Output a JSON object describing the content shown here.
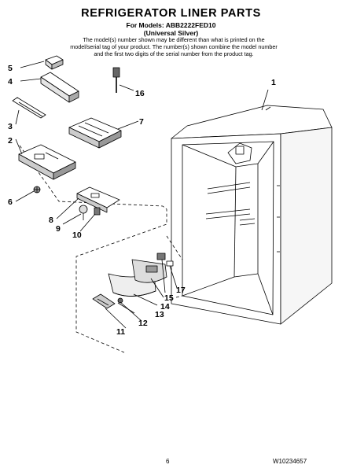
{
  "header": {
    "title": "REFRIGERATOR LINER PARTS",
    "models": "For Models: ABB2222FED10",
    "variant": "(Universal Silver)",
    "notice": "The model(s) number shown may be different than what is printed on the model/serial tag of your product. The number(s) shown combine the model number and the first two digits of the serial number from the product tag."
  },
  "callouts": {
    "c1": "1",
    "c2": "2",
    "c3": "3",
    "c4": "4",
    "c5": "5",
    "c6": "6",
    "c7": "7",
    "c8": "8",
    "c9": "9",
    "c10": "10",
    "c11": "11",
    "c12": "12",
    "c13": "13",
    "c14": "14",
    "c15": "15",
    "c16": "16",
    "c17": "17"
  },
  "footer": {
    "page": "6",
    "code": "W10234657"
  }
}
